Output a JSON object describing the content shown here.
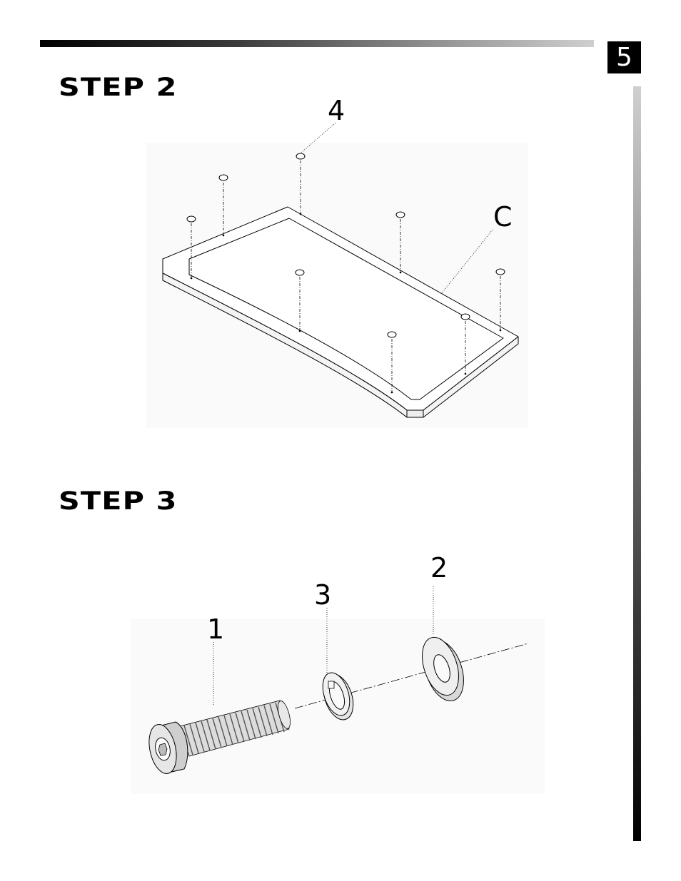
{
  "page_number": "5",
  "step2": {
    "title": "STEP 2",
    "callout_part": "4",
    "callout_frame": "C"
  },
  "step3": {
    "title": "STEP 3",
    "callout_bolt": "1",
    "callout_washer": "2",
    "callout_lock_washer": "3"
  }
}
